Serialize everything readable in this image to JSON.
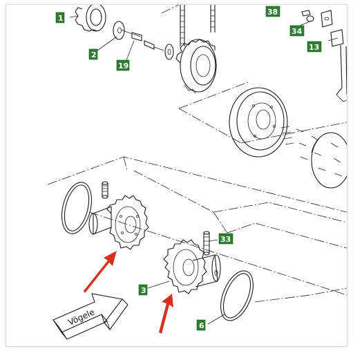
{
  "callouts": [
    {
      "id": "1",
      "text": "1"
    },
    {
      "id": "2",
      "text": "2"
    },
    {
      "id": "19",
      "text": "19"
    },
    {
      "id": "38",
      "text": "38"
    },
    {
      "id": "34",
      "text": "34"
    },
    {
      "id": "13",
      "text": "13"
    },
    {
      "id": "33",
      "text": "33"
    },
    {
      "id": "3",
      "text": "3"
    },
    {
      "id": "6",
      "text": "6"
    }
  ],
  "brand": {
    "text": "Vögele"
  },
  "colors": {
    "label_bg": "#2e7d32",
    "label_text": "#ffffff",
    "arrow": "#d8301f",
    "lines": "#1a1a1a"
  }
}
